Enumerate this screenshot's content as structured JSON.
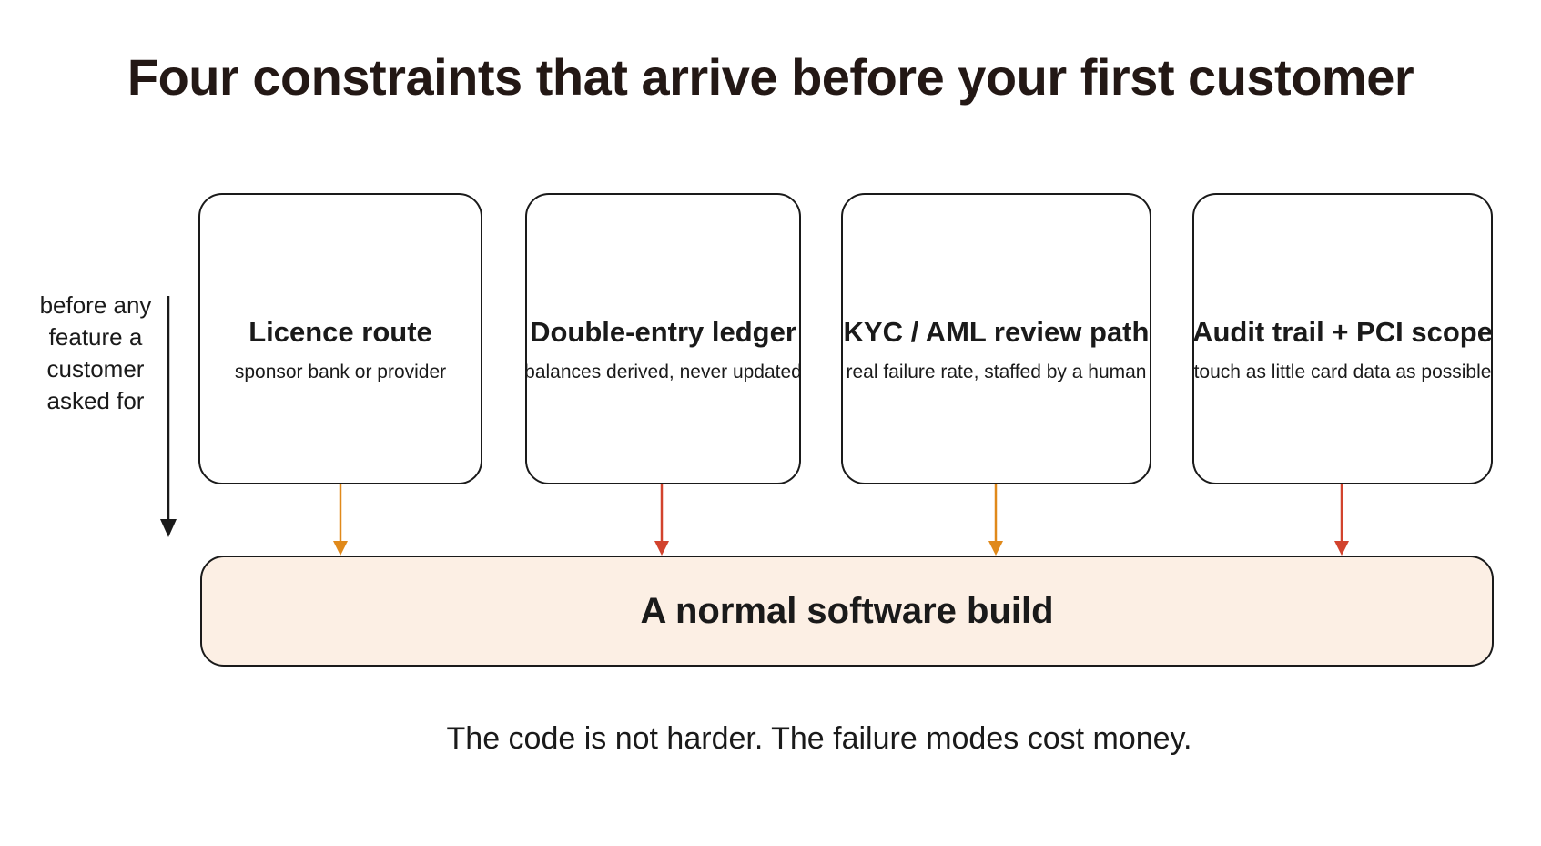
{
  "title": "Four constraints that arrive before your first customer",
  "side_label": {
    "lines": [
      "before any",
      "feature a",
      "customer",
      "asked for"
    ]
  },
  "constraints": [
    {
      "title": "Licence route",
      "subtitle": "sponsor bank or provider",
      "arrow_color": "#e0891a"
    },
    {
      "title": "Double-entry ledger",
      "subtitle": "balances derived, never updated",
      "arrow_color": "#d2432d"
    },
    {
      "title": "KYC / AML review path",
      "subtitle": "real failure rate, staffed by a human",
      "arrow_color": "#e0891a"
    },
    {
      "title": "Audit trail + PCI scope",
      "subtitle": "touch as little card data as possible",
      "arrow_color": "#d2432d"
    }
  ],
  "base": {
    "label": "A normal software build",
    "fill": "#fcefe4"
  },
  "caption": "The code is not harder. The failure modes cost money.",
  "colors": {
    "text": "#1a1a1a",
    "title": "#231815",
    "orange": "#e0891a",
    "red": "#d2432d"
  }
}
